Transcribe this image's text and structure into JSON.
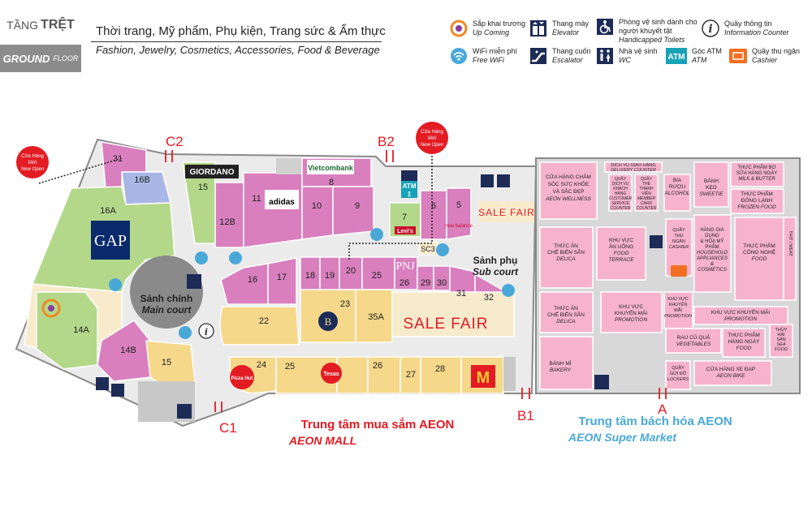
{
  "floor": {
    "prefix": "TẦNG",
    "name_vi": "TRỆT",
    "name_en": "GROUND",
    "name_en_suffix": "FLOOR"
  },
  "categories": {
    "vi": "Thời trang, Mỹ phẩm, Phụ kiện, Trang sức & Ẩm thực",
    "en": "Fashion, Jewelry, Cosmetics, Accessories, Food & Beverage"
  },
  "legend": [
    {
      "vi": "Sắp khai trương",
      "en": "Up Coming",
      "icon": "upcoming-icon"
    },
    {
      "vi": "Thang máy",
      "en": "Elevator",
      "icon": "elevator-icon"
    },
    {
      "vi": "Phòng vệ sinh dành cho người khuyết tật",
      "en": "Handicapped Toilets",
      "icon": "wheelchair-icon"
    },
    {
      "vi": "Quầy thông tin",
      "en": "Information Counter",
      "icon": "info-icon"
    },
    {
      "vi": "WiFi miễn phí",
      "en": "Free WiFi",
      "icon": "wifi-icon"
    },
    {
      "vi": "Thang cuốn",
      "en": "Escalator",
      "icon": "escalator-icon"
    },
    {
      "vi": "Nhà vệ sinh",
      "en": "WC",
      "icon": "wc-icon"
    },
    {
      "vi": "Góc ATM",
      "en": "ATM",
      "icon": "atm-icon"
    },
    {
      "vi": "Quầy thu ngân",
      "en": "Cashier",
      "icon": "cashier-icon"
    }
  ],
  "entrances": {
    "c1": "C1",
    "c2": "C2",
    "b1": "B1",
    "b2": "B2",
    "a": "A"
  },
  "badge": {
    "line1": "Cửa Hàng",
    "line2": "Mới",
    "line3": "New Open"
  },
  "courts": {
    "main_vi": "Sảnh chính",
    "main_en": "Main court",
    "sub_vi": "Sảnh phụ",
    "sub_en": "Sub court"
  },
  "brands": {
    "giordano": "GIORDANO",
    "vietcombank": "Vietcombank",
    "adidas": "adidas",
    "levis": "Levi's",
    "gap": "GAP",
    "pnj": "PNJ",
    "sale_fair": "SALE FAIR",
    "atm": "ATM",
    "atm_num": "1",
    "newbalance": "new balance",
    "mcdonalds": "M",
    "pizza": "Pizza Hut",
    "texas": "Texas",
    "bbq": "B"
  },
  "units": {
    "u31a": "31",
    "u16b": "16B",
    "u16a": "16A",
    "u15a": "15",
    "u12b": "12B",
    "u11": "11",
    "u8": "8",
    "u10": "10",
    "u9": "9",
    "u7": "7",
    "u6": "6",
    "u5": "5",
    "usc3": "SC3",
    "u14a": "14A",
    "u14b": "14B",
    "u15b": "15",
    "u16": "16",
    "u17": "17",
    "u18": "18",
    "u19": "19",
    "u20": "20",
    "u25a": "25",
    "u26a": "26",
    "u29": "29",
    "u30": "30",
    "u31b": "31",
    "u32": "32",
    "u22": "22",
    "u23": "23",
    "u35a": "35A",
    "u24": "24",
    "u25b": "25",
    "u26b": "26",
    "u27": "27",
    "u28": "28"
  },
  "mall": {
    "vi": "Trung tâm mua sắm AEON",
    "en": "AEON MALL"
  },
  "market": {
    "vi": "Trung tâm bách hóa AEON",
    "en": "AEON Super Market"
  },
  "sm": {
    "wellness": [
      "CỬA HÀNG CHĂM",
      "SÓC SỨC KHỎE",
      "VÀ SẮC ĐẸP",
      "AEON WELLNESS"
    ],
    "delivery": [
      "DỊCH VỤ GIAO HÀNG",
      "DELIVERY COUNTER"
    ],
    "customer": [
      "QUẦY",
      "DỊCH VỤ",
      "KHÁCH",
      "HÀNG",
      "CUSTOMER",
      "SERVICE",
      "COUNTER"
    ],
    "member": [
      "QUẦY",
      "THẺ",
      "THÀNH",
      "VIÊN",
      "MEMBER",
      "CARD",
      "COUNTER"
    ],
    "alcohol": [
      "BIA",
      "RƯỢU",
      "ALCOHOL"
    ],
    "sweetie": [
      "BÁNH",
      "KẸO",
      "SWEETIE"
    ],
    "milk": [
      "THỰC PHẨM BƠ",
      "SỮA HÀNG NGÀY",
      "MILK & BUTTER"
    ],
    "frozen": [
      "THỰC PHẨM",
      "ĐÔNG LẠNH",
      "FROZEN FOOD"
    ],
    "delica1": [
      "THỨC ĂN",
      "CHẾ BIẾN SẴN",
      "DELICA"
    ],
    "terrace": [
      "KHU VỰC",
      "ĂN UỐNG",
      "FOOD",
      "TERRACE"
    ],
    "cashier": [
      "QUẦY",
      "THU",
      "NGÂN",
      "CASHIER"
    ],
    "household": [
      "HÀNG GIA",
      "DỤNG",
      "& HÓA MỸ",
      "PHẨM",
      "HOUSEHOLD",
      "APPLIANCES",
      "&",
      "COSMETICS"
    ],
    "techfood": [
      "THỰC PHẨM",
      "CÔNG NGHỆ",
      "FOOD"
    ],
    "meat": [
      "THỊT / MEAT"
    ],
    "delica2": [
      "THỨC ĂN",
      "CHẾ BIẾN SẴN",
      "DELICA"
    ],
    "promo1": [
      "KHU VỰC",
      "KHUYẾN MÃI",
      "PROMOTION"
    ],
    "promo2": [
      "KHU VỰC",
      "KHUYẾN",
      "MÃI",
      "PROMOTION"
    ],
    "promo3": [
      "KHU VỰC KHUYẾN MÃI",
      "PROMOTION"
    ],
    "veg": [
      "RAU CỦ QUẢ",
      "VEGETABLES"
    ],
    "dailyfood": [
      "THỰC PHẨM",
      "HÀNG NGÀY",
      "FOOD"
    ],
    "seafood": [
      "THỦY",
      "HẢI",
      "SẢN",
      "SEA",
      "FOOD"
    ],
    "bakery": [
      "BÁNH MÌ",
      "BAKERY"
    ],
    "lockers": [
      "QUẦY",
      "GỬI ĐỒ",
      "LOCKERS"
    ],
    "bike": [
      "CỬA HÀNG XE ĐẠP",
      "AEON BIKE"
    ]
  },
  "colors": {
    "pink": "#d97fbe",
    "green": "#b3d88a",
    "yellow": "#f6d88a",
    "cream": "#f7ebcc",
    "blue": "#a9b7e6",
    "sm_pink": "#f7b3cc",
    "gray": "#c8c8c8",
    "red": "#e31b23",
    "sky": "#4aa8d8",
    "teal": "#3fbdb0"
  }
}
